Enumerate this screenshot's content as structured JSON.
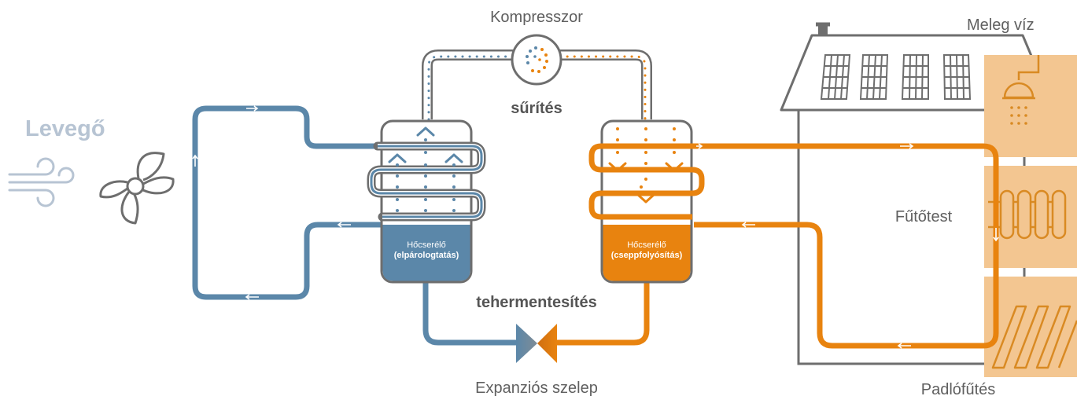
{
  "labels": {
    "air": "Levegő",
    "compressor": "Kompresszor",
    "compression": "sűrítés",
    "relief": "tehermentesítés",
    "expansion_valve": "Expanziós szelep",
    "hot_water": "Meleg víz",
    "radiator": "Fűtőtest",
    "floor_heating": "Padlófűtés"
  },
  "evaporator": {
    "title": "Hőcserélő",
    "subtitle": "(elpárologtatás)"
  },
  "condenser": {
    "title": "Hőcserélő",
    "subtitle": "(cseppfolyósítás)"
  },
  "colors": {
    "cold": "#5b87a9",
    "hot": "#e8830f",
    "hot_dark": "#d87a12",
    "outline": "#6e6e6e",
    "panel": "#f3c691",
    "panel_icon": "#d98a23",
    "text": "#5f5f5f",
    "air_label": "#b7c4d3"
  }
}
